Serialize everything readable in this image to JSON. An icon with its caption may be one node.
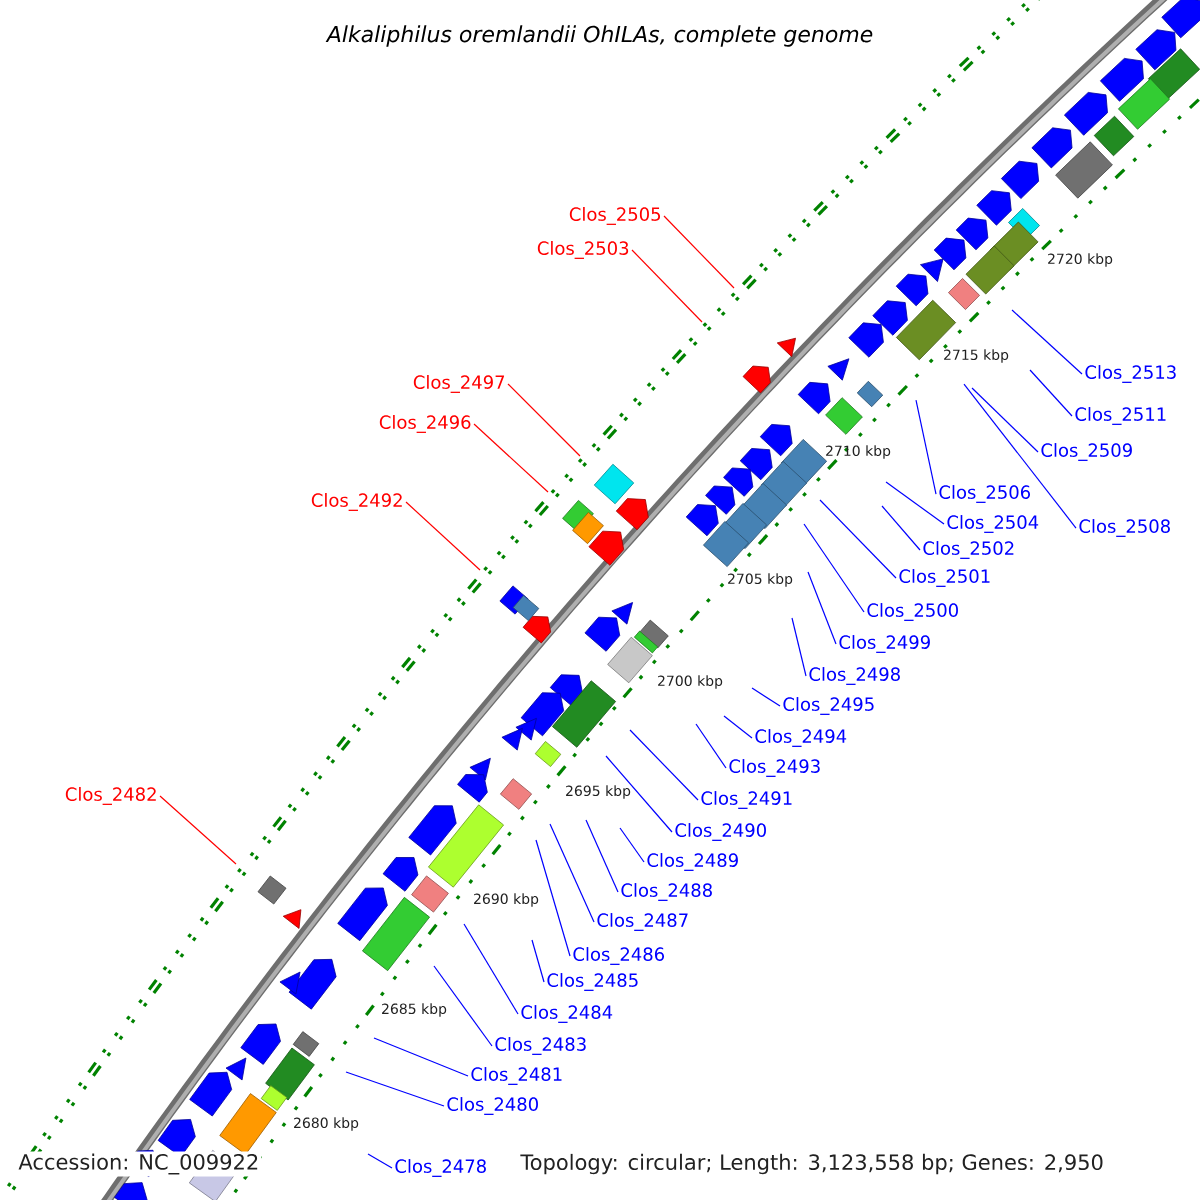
{
  "diagram": {
    "title": "Alkaliphilus oremlandii OhILAs, complete genome",
    "nodes": [
      {
        "text": [
          "Clos_2505"
        ]
      },
      {
        "text": [
          "Clos_2503"
        ]
      },
      {
        "text": [
          "Clos_2513"
        ]
      },
      {
        "text": [
          "Clos_2497"
        ]
      },
      {
        "text": [
          "Clos_2511"
        ]
      },
      {
        "text": [
          "Clos_2496"
        ]
      },
      {
        "text": [
          "Clos_2509"
        ]
      },
      {
        "text": [
          "Clos_2506"
        ]
      },
      {
        "text": [
          "Clos_2492"
        ]
      },
      {
        "text": [
          "Clos_2504"
        ]
      },
      {
        "text": [
          "Clos_2508"
        ]
      },
      {
        "text": [
          "Clos_2502"
        ]
      },
      {
        "text": [
          "Clos_2501"
        ]
      },
      {
        "text": [
          "Clos_2500"
        ]
      },
      {
        "text": [
          "Clos_2499"
        ]
      },
      {
        "text": [
          "Clos_2498"
        ]
      },
      {
        "text": [
          "Clos_2495"
        ]
      },
      {
        "text": [
          "Clos_2494"
        ]
      },
      {
        "text": [
          "Clos_2493"
        ]
      },
      {
        "text": [
          "Clos_2482"
        ]
      },
      {
        "text": [
          "Clos_2491"
        ]
      },
      {
        "text": [
          "Clos_2490"
        ]
      },
      {
        "text": [
          "Clos_2489"
        ]
      },
      {
        "text": [
          "Clos_2488"
        ]
      },
      {
        "text": [
          "Clos_2487"
        ]
      },
      {
        "text": [
          "Clos_2486"
        ]
      },
      {
        "text": [
          "Clos_2485"
        ]
      },
      {
        "text": [
          "Clos_2484"
        ]
      },
      {
        "text": [
          "Clos_2483"
        ]
      },
      {
        "text": [
          "Clos_2481"
        ]
      },
      {
        "text": [
          "Clos_2480"
        ]
      },
      {
        "text": [
          "Clos_2478"
        ]
      }
    ],
    "edges": [
      {
        "from": 0,
        "to": null,
        "arrow": "none",
        "color": "#ff0000"
      },
      {
        "from": 1,
        "to": null,
        "arrow": "none",
        "color": "#ff0000"
      },
      {
        "from": 2,
        "to": null,
        "arrow": "none"
      },
      {
        "from": 3,
        "to": null,
        "arrow": "none",
        "color": "#ff0000"
      },
      {
        "from": 4,
        "to": null,
        "arrow": "none"
      },
      {
        "from": 5,
        "to": null,
        "arrow": "none",
        "color": "#ff0000"
      },
      {
        "from": 6,
        "to": null,
        "arrow": "none"
      },
      {
        "from": 7,
        "to": null,
        "arrow": "none"
      },
      {
        "from": 8,
        "to": null,
        "arrow": "none",
        "color": "#ff0000"
      },
      {
        "from": 9,
        "to": null,
        "arrow": "none"
      },
      {
        "from": 10,
        "to": null,
        "arrow": "none"
      },
      {
        "from": 11,
        "to": null,
        "arrow": "none"
      },
      {
        "from": 12,
        "to": null,
        "arrow": "none"
      },
      {
        "from": 13,
        "to": null,
        "arrow": "none"
      },
      {
        "from": 14,
        "to": null,
        "arrow": "none"
      },
      {
        "from": 15,
        "to": null,
        "arrow": "none"
      },
      {
        "from": 16,
        "to": null,
        "arrow": "none"
      },
      {
        "from": 17,
        "to": null,
        "arrow": "none"
      },
      {
        "from": 18,
        "to": null,
        "arrow": "none"
      },
      {
        "from": 19,
        "to": null,
        "arrow": "none",
        "color": "#ff0000"
      },
      {
        "from": 20,
        "to": null,
        "arrow": "none"
      },
      {
        "from": 21,
        "to": null,
        "arrow": "none"
      },
      {
        "from": 22,
        "to": null,
        "arrow": "none"
      },
      {
        "from": 23,
        "to": null,
        "arrow": "none"
      },
      {
        "from": 24,
        "to": null,
        "arrow": "none"
      },
      {
        "from": 25,
        "to": null,
        "arrow": "none"
      },
      {
        "from": 26,
        "to": null,
        "arrow": "none"
      },
      {
        "from": 27,
        "to": null,
        "arrow": "none"
      },
      {
        "from": 28,
        "to": null,
        "arrow": "none"
      },
      {
        "from": 29,
        "to": null,
        "arrow": "none"
      },
      {
        "from": 30,
        "to": null,
        "arrow": "none"
      },
      {
        "from": 31,
        "to": null,
        "arrow": "none"
      }
    ],
    "labels": [
      "2720 kbp",
      "2715 kbp",
      "2710 kbp",
      "2705 kbp",
      "2700 kbp",
      "2695 kbp",
      "2690 kbp",
      "2685 kbp",
      "2680 kbp",
      "Accession: NC_009922",
      "Topology: circular; Length: 3,123,558 bp; Genes: 2,950"
    ]
  }
}
